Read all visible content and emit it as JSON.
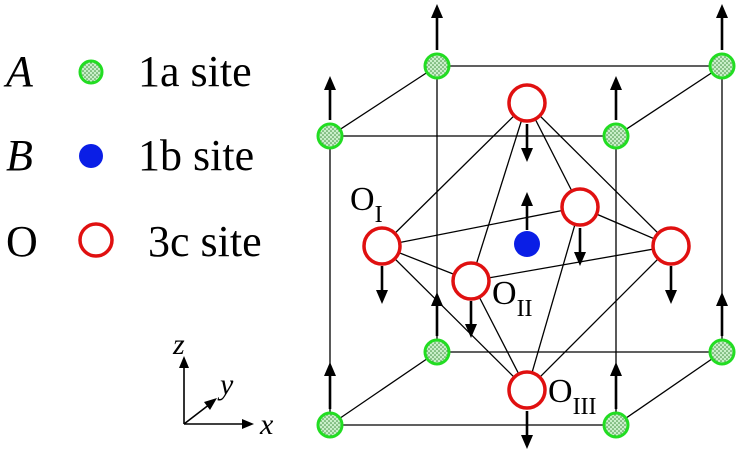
{
  "legend": [
    {
      "symbol": "A",
      "site": "1a site",
      "marker": "green-dotted-circle"
    },
    {
      "symbol": "B",
      "site": "1b site",
      "marker": "blue-filled-circle"
    },
    {
      "symbol": "O",
      "site": "3c site",
      "marker": "red-open-circle"
    }
  ],
  "oxygen_labels": {
    "o1": {
      "main": "O",
      "sub": "I"
    },
    "o2": {
      "main": "O",
      "sub": "II"
    },
    "o3": {
      "main": "O",
      "sub": "III"
    }
  },
  "axes": {
    "z": "z",
    "y": "y",
    "x": "x"
  },
  "colors": {
    "a_site_stroke": "#22dd22",
    "a_site_fill": "#c8eec8",
    "b_site_fill": "#0a1ee6",
    "o_site_stroke": "#e01010",
    "o_site_fill": "#ffffff"
  }
}
